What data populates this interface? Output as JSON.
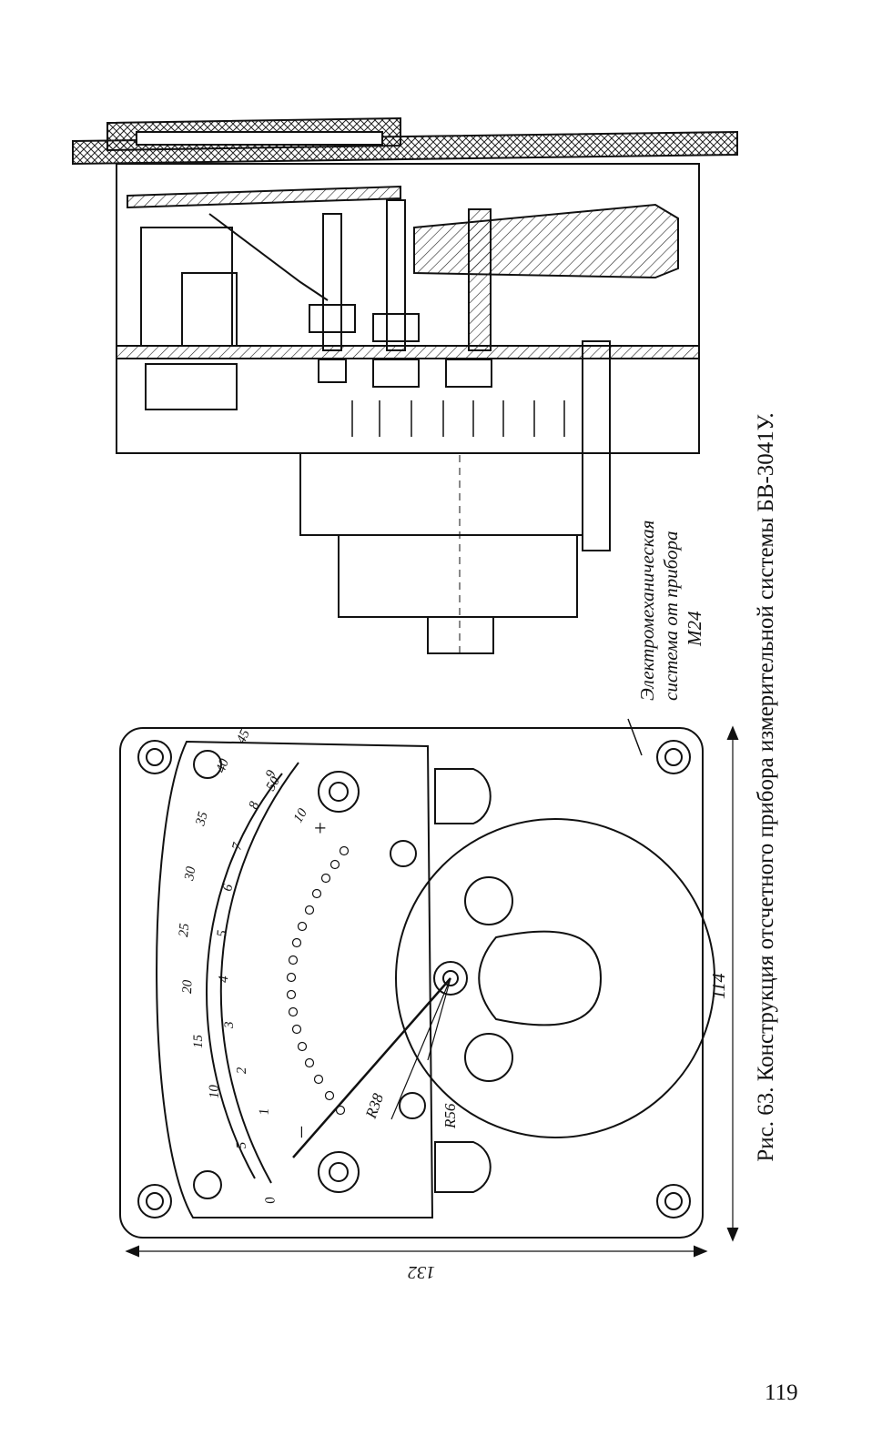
{
  "caption": "Рис. 63. Конструкция отсчетного прибора измерительной системы БВ-3041У.",
  "page_number": "119",
  "drawing": {
    "note": {
      "line1": "Электромеханическая",
      "line2": "система от прибора",
      "line3": "М24"
    },
    "dimensions": {
      "height": "114",
      "width": "132",
      "radius_outer": "R56",
      "radius_inner": "R38"
    },
    "scale_outer_ticks": [
      "0",
      "5",
      "10",
      "15",
      "20",
      "25",
      "30",
      "35",
      "40",
      "45",
      "50"
    ],
    "scale_inner_ticks": [
      "1",
      "2",
      "3",
      "4",
      "5",
      "6",
      "7",
      "8",
      "9",
      "10"
    ],
    "polarity": {
      "plus": "+",
      "minus": "–"
    }
  }
}
